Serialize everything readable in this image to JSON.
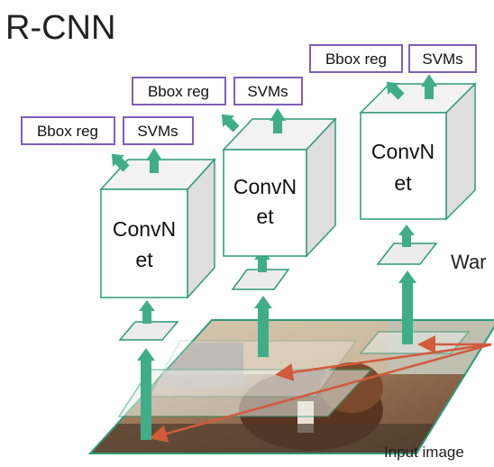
{
  "title": "R-CNN",
  "box_labels": {
    "bbox": "Bbox reg",
    "svm": "SVMs"
  },
  "convnet_lines": [
    "ConvN",
    "et"
  ],
  "warp_label": "War",
  "input_label": "Input image",
  "colors": {
    "teal": "#2f9a78",
    "arrow_teal": "#3fae88",
    "purple": "#7f5fba",
    "red": "#d35a3a",
    "cube_side": "#dedede",
    "cube_top": "#f2f2f2"
  }
}
